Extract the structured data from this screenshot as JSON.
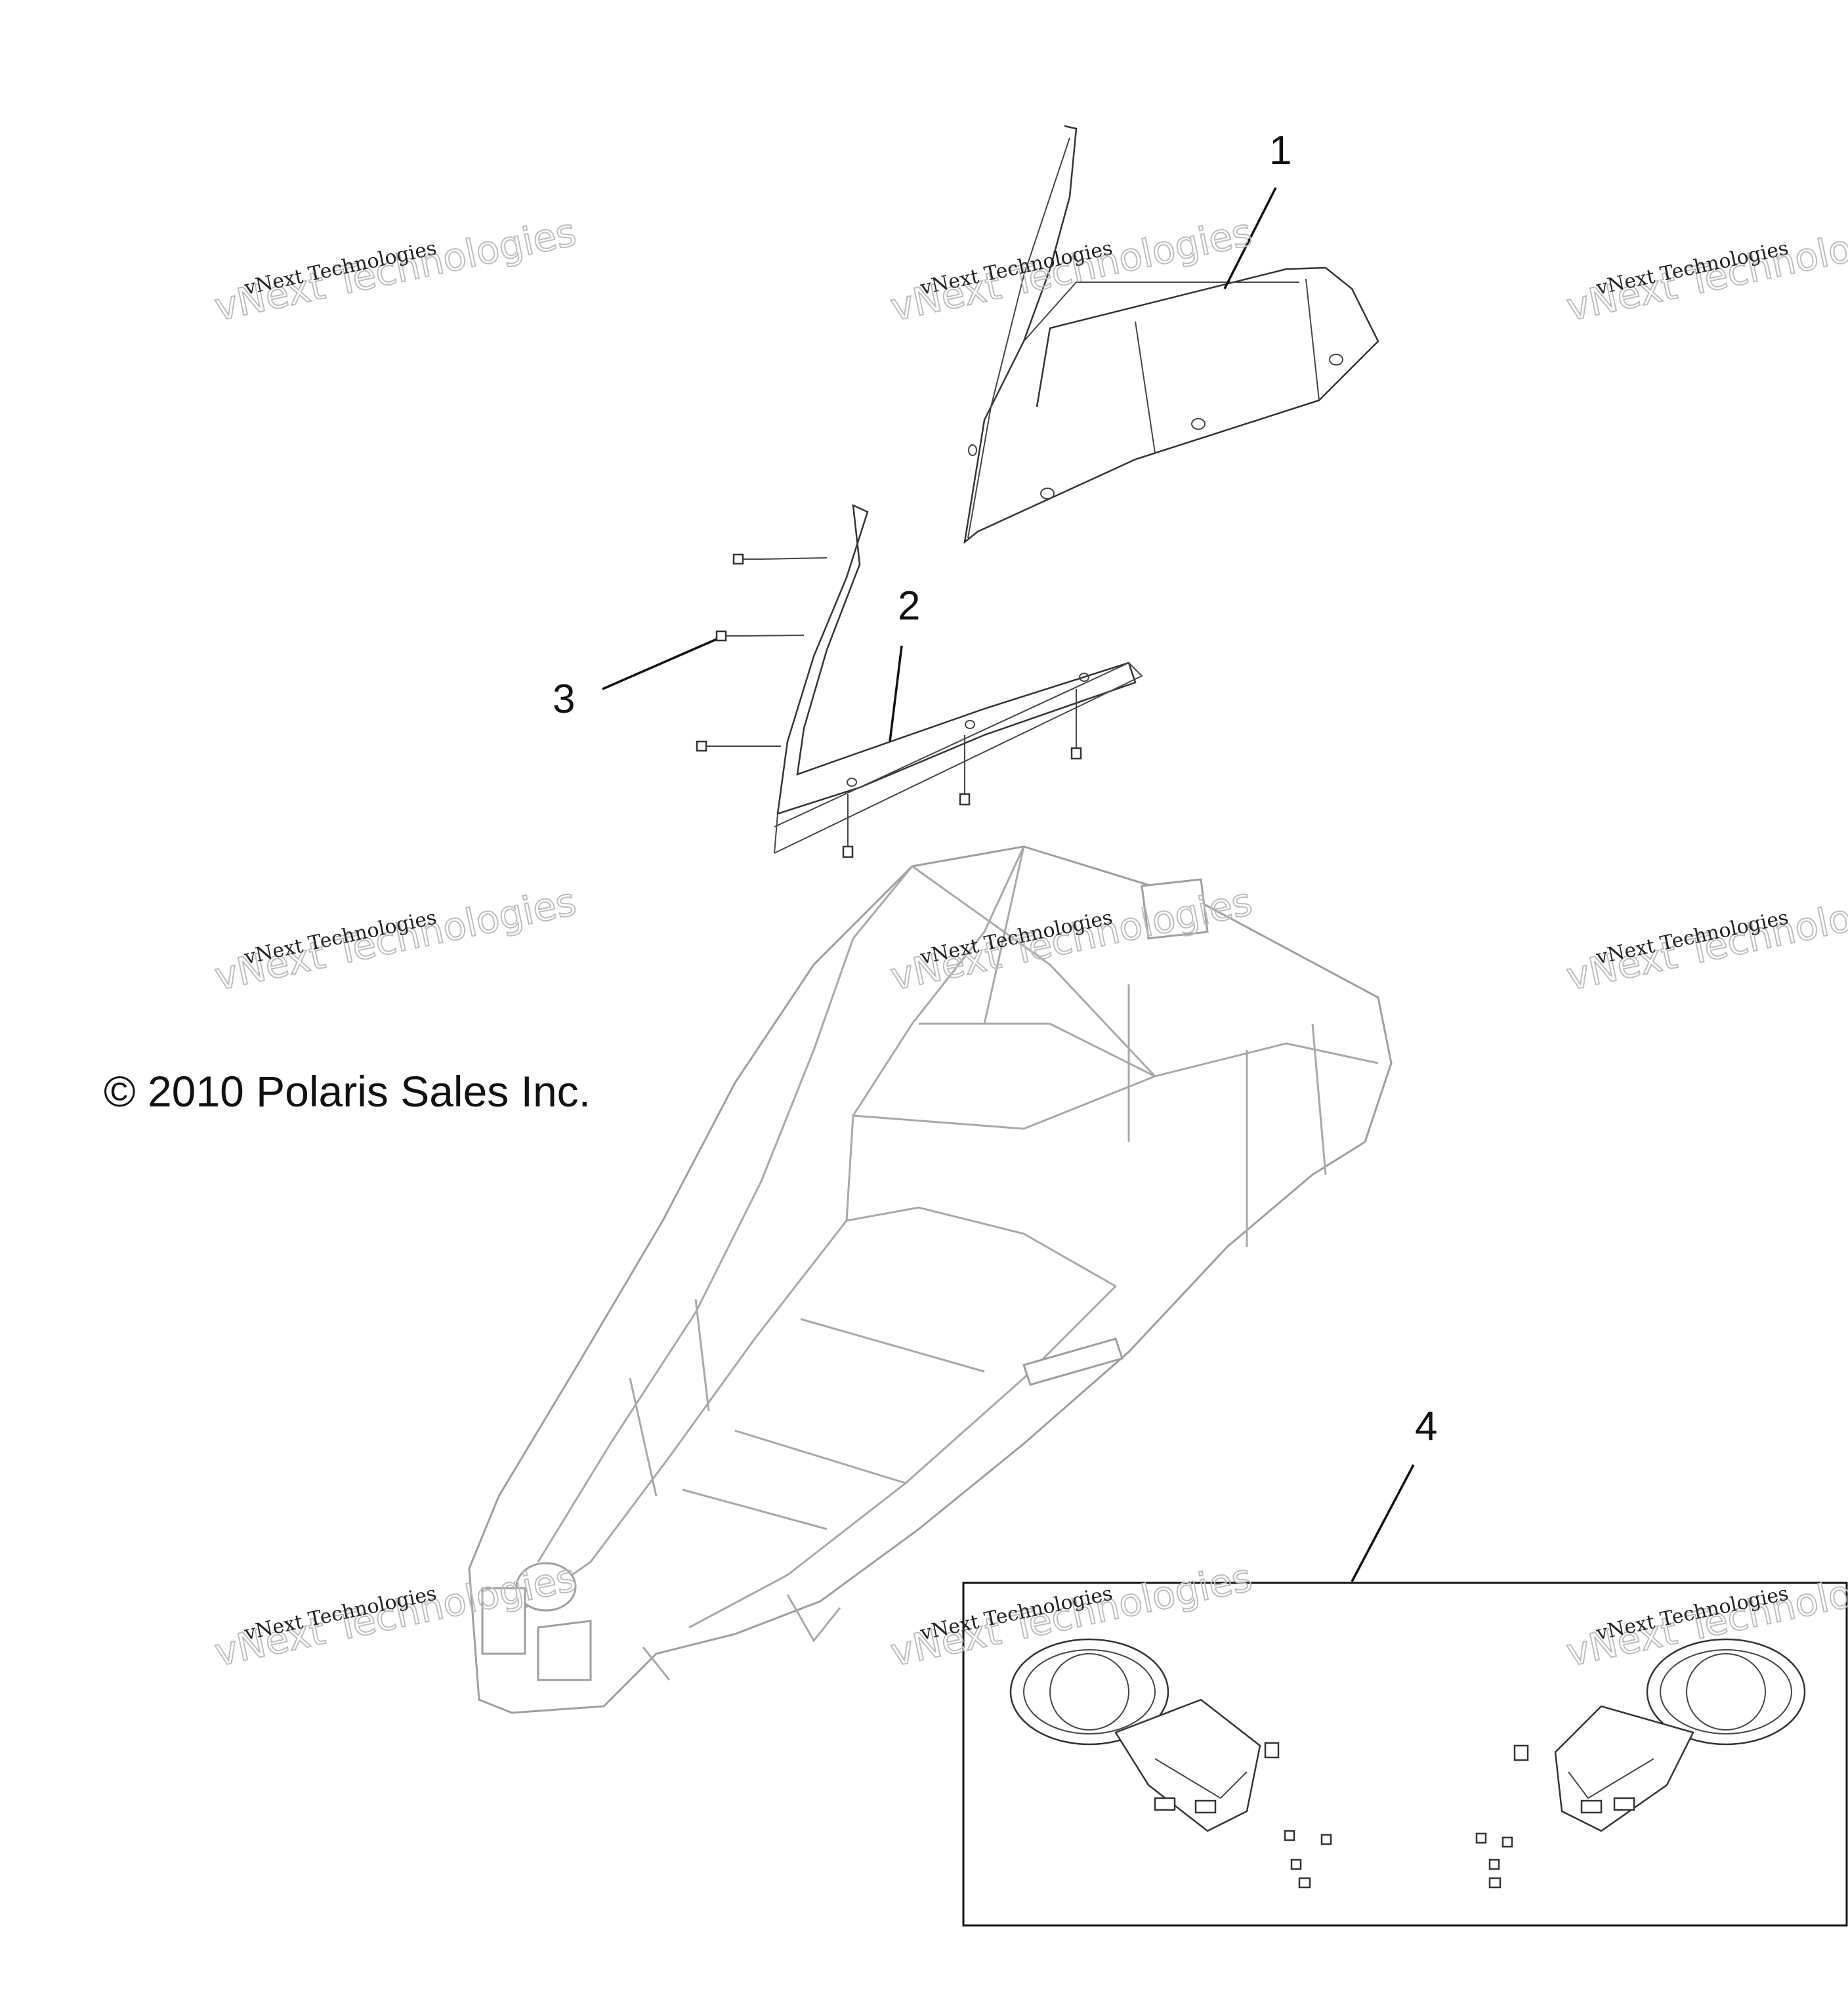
{
  "copyright": "© 2010 Polaris Sales Inc.",
  "callouts": [
    "1",
    "2",
    "3",
    "4"
  ],
  "watermark": {
    "line1": "vNext Technologies",
    "line2": "vNext Technologies"
  },
  "colors": {
    "line_art": "#333333",
    "ghost_body": "#9e9e9e",
    "background": "#ffffff"
  },
  "parts": [
    {
      "callout": "1",
      "name": "windshield"
    },
    {
      "callout": "2",
      "name": "windshield-trim-seal"
    },
    {
      "callout": "3",
      "name": "screw"
    },
    {
      "callout": "4",
      "name": "mirror-kit"
    }
  ]
}
